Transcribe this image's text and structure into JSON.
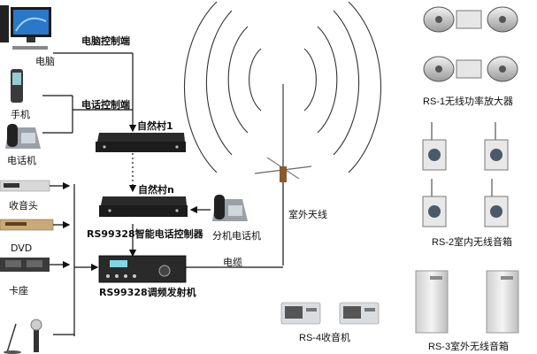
{
  "left_sources": {
    "computer": "电脑",
    "mobile_phone": "手机",
    "telephone": "电话机",
    "radio": "收音头",
    "dvd": "DVD",
    "cassette": "卡座"
  },
  "connections": {
    "computer_control": "电脑控制端",
    "phone_control": "电话控制端",
    "cable": "电缆"
  },
  "center_devices": {
    "village_1": "自然村1",
    "village_n": "自然村n",
    "phone_controller": "RS99328智能电话控制器",
    "extension_phone": "分机电话机",
    "fm_transmitter": "RS99328调频发射机",
    "outdoor_antenna": "室外天线"
  },
  "right_products": {
    "rs1": "RS-1无线功率放大器",
    "rs2": "RS-2室内无线音箱",
    "rs3": "RS-3室外无线音箱",
    "rs4": "RS-4收音机"
  }
}
